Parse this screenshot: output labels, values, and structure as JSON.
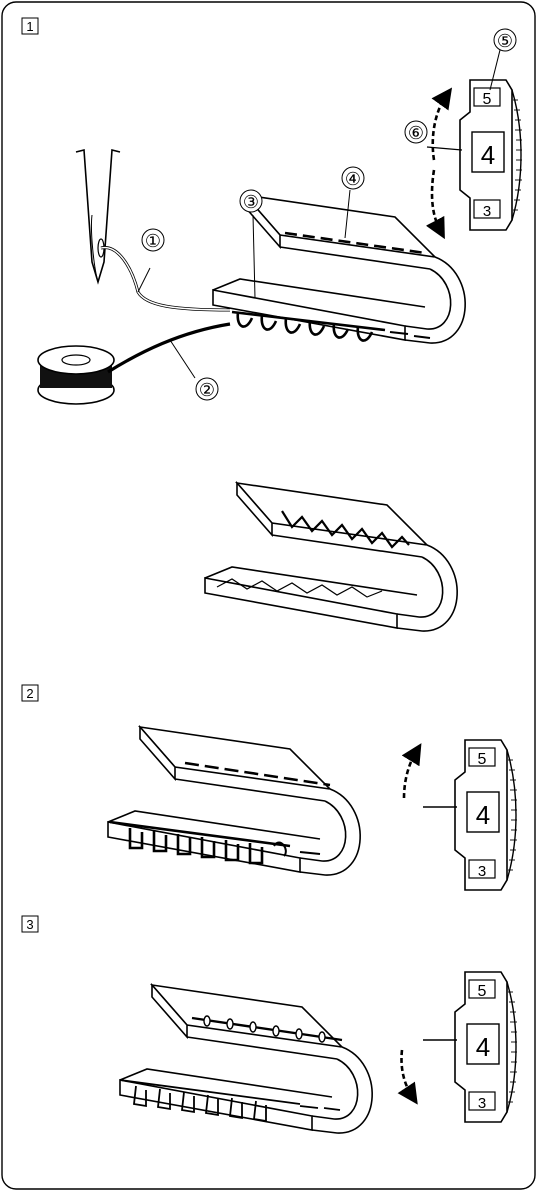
{
  "steps": [
    {
      "label": "1"
    },
    {
      "label": "2"
    },
    {
      "label": "3"
    }
  ],
  "callouts": [
    "①",
    "②",
    "③",
    "④",
    "⑤",
    "⑥"
  ],
  "dials": [
    {
      "values": [
        "5",
        "4",
        "3"
      ],
      "arrow": "up-down"
    },
    {
      "values": [
        "5",
        "4",
        "3"
      ],
      "arrow": "up"
    },
    {
      "values": [
        "5",
        "4",
        "3"
      ],
      "arrow": "down"
    }
  ]
}
